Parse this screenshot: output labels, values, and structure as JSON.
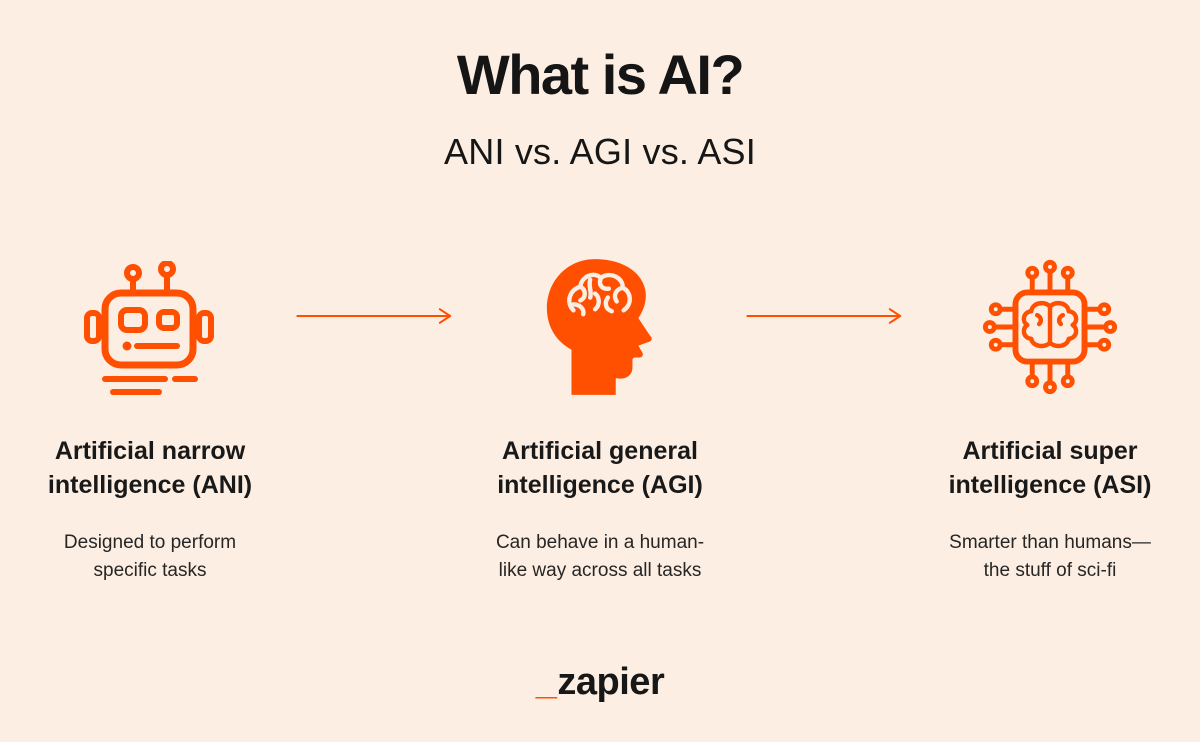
{
  "page": {
    "title": "What is AI?",
    "subtitle": "ANI vs. AGI vs. ASI"
  },
  "columns": [
    {
      "id": "ani",
      "icon": "robot-icon",
      "heading_line1": "Artificial narrow",
      "heading_line2": "intelligence (ANI)",
      "desc_line1": "Designed to perform",
      "desc_line2": "specific tasks"
    },
    {
      "id": "agi",
      "icon": "head-brain-icon",
      "heading_line1": "Artificial general",
      "heading_line2": "intelligence (AGI)",
      "desc_line1": "Can behave in a human-",
      "desc_line2": "like way across all tasks"
    },
    {
      "id": "asi",
      "icon": "chip-brain-icon",
      "heading_line1": "Artificial super",
      "heading_line2": "intelligence (ASI)",
      "desc_line1": "Smarter than humans—",
      "desc_line2": "the stuff of sci-fi"
    }
  ],
  "logo": {
    "underscore": "_",
    "text": "zapier"
  },
  "colors": {
    "background": "#FCEEE2",
    "accent": "#FF4F00",
    "text": "#1D1D1D"
  }
}
